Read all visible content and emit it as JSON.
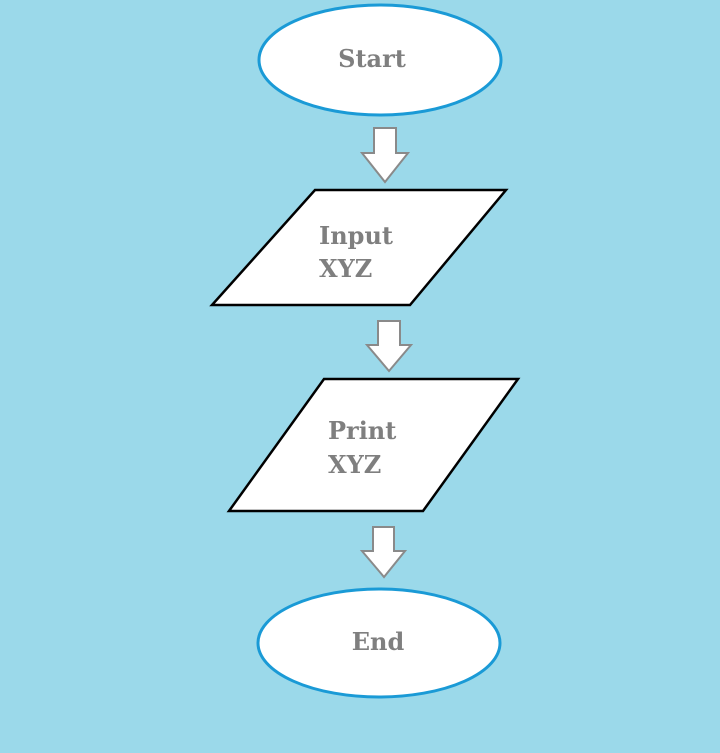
{
  "diagram": {
    "type": "flowchart",
    "colors": {
      "background": "#9bd9ea",
      "terminal_fill": "#ffffff",
      "terminal_stroke": "#1a9ad6",
      "io_fill": "#ffffff",
      "io_stroke": "#000000",
      "arrow_fill": "#ffffff",
      "arrow_stroke": "#8a8a8a",
      "text": "#7f7f7f"
    },
    "nodes": {
      "start": {
        "shape": "terminal",
        "label": "Start"
      },
      "input": {
        "shape": "io",
        "line1": "Input",
        "line2": "XYZ"
      },
      "print": {
        "shape": "io",
        "line1": "Print",
        "line2": "XYZ"
      },
      "end": {
        "shape": "terminal",
        "label": "End"
      }
    },
    "edges": [
      {
        "from": "start",
        "to": "input"
      },
      {
        "from": "input",
        "to": "print"
      },
      {
        "from": "print",
        "to": "end"
      }
    ]
  }
}
